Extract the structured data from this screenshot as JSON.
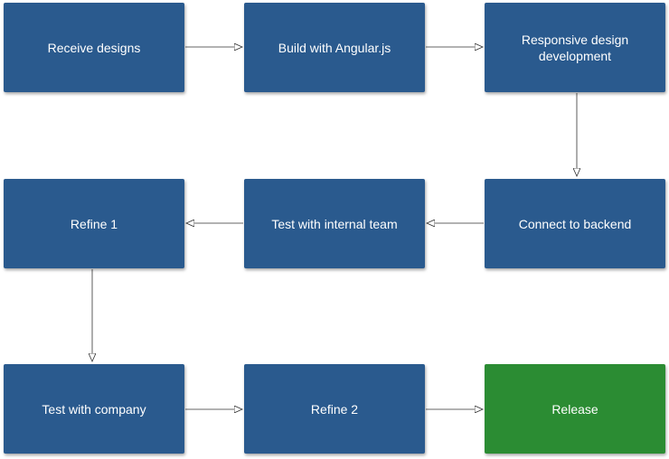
{
  "colors": {
    "step": "#2a5a8e",
    "final": "#2b8c33",
    "connector": "#333333"
  },
  "nodes": {
    "receive_designs": "Receive designs",
    "build_angular": "Build with Angular.js",
    "responsive_design": "Responsive design development",
    "connect_backend": "Connect to backend",
    "test_internal": "Test with internal team",
    "refine_1": "Refine 1",
    "test_company": "Test with company",
    "refine_2": "Refine 2",
    "release": "Release"
  }
}
